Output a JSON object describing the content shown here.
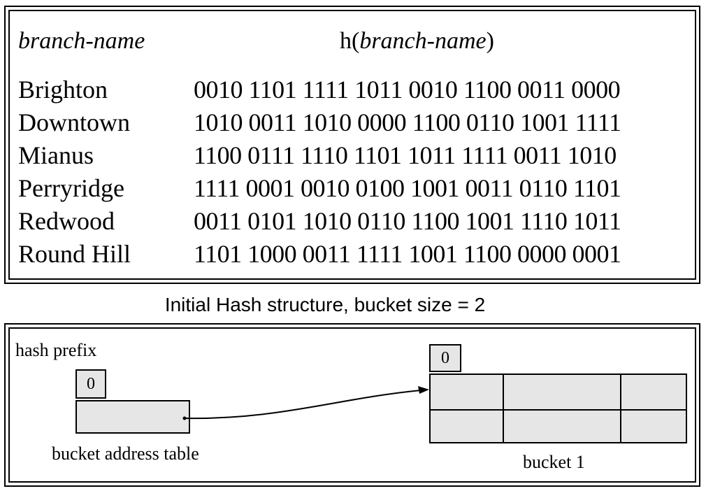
{
  "hash_table": {
    "col_name": "branch-name",
    "col_hash_prefix": "h(",
    "col_hash_italic": "branch-name",
    "col_hash_suffix": ")",
    "rows": [
      {
        "name": "Brighton",
        "hash": "0010 1101 1111 1011 0010 1100 0011 0000"
      },
      {
        "name": "Downtown",
        "hash": "1010 0011 1010 0000 1100 0110 1001 1111"
      },
      {
        "name": "Mianus",
        "hash": "1100 0111 1110 1101 1011 1111 0011 1010"
      },
      {
        "name": "Perryridge",
        "hash": "1111 0001 0010 0100 1001 0011 0110 1101"
      },
      {
        "name": "Redwood",
        "hash": "0011 0101 1010 0110 1100 1001 1110 1011"
      },
      {
        "name": "Round Hill",
        "hash": "1101 1000 0011 1111 1001 1100 0000 0001"
      }
    ]
  },
  "caption": "Initial Hash structure, bucket size = 2",
  "structure": {
    "hash_prefix_label": "hash prefix",
    "table_prefix_value": "0",
    "bucket_address_table_label": "bucket address table",
    "bucket_prefix_value": "0",
    "bucket_label": "bucket 1"
  }
}
